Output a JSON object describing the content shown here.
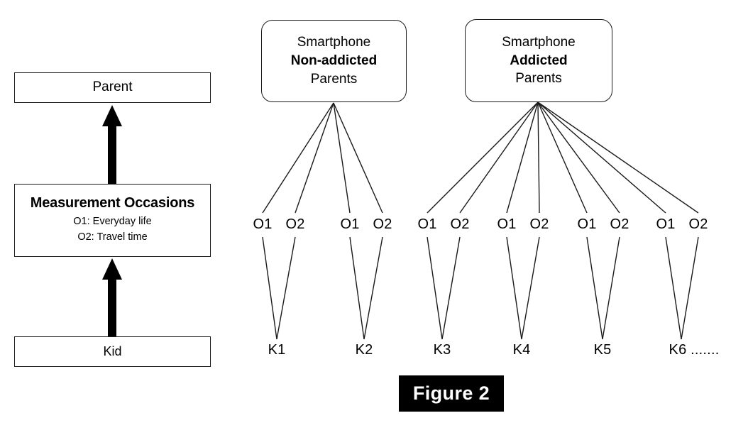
{
  "figure": {
    "caption": "Figure 2"
  },
  "left_panel": {
    "levels": [
      {
        "id": "parent",
        "label": "Parent"
      },
      {
        "id": "measurement-occasions",
        "label": "Measurement Occasions",
        "sublabels": [
          "O1: Everyday life",
          "O2: Travel time"
        ]
      },
      {
        "id": "kid",
        "label": "Kid"
      }
    ],
    "arrows": [
      {
        "from": "measurement-occasions",
        "to": "parent",
        "style": "thick-up-arrow"
      },
      {
        "from": "kid",
        "to": "measurement-occasions",
        "style": "thick-up-arrow"
      }
    ]
  },
  "right_panel": {
    "groups": [
      {
        "id": "non-addicted",
        "line1": "Smartphone",
        "line2": "Non-addicted",
        "line3": "Parents",
        "kids": [
          "K1",
          "K2"
        ]
      },
      {
        "id": "addicted",
        "line1": "Smartphone",
        "line2": "Addicted",
        "line3": "Parents",
        "kids": [
          "K3",
          "K4",
          "K5",
          "K6 ......."
        ]
      }
    ],
    "occasions": [
      {
        "kid": "K1",
        "labels": [
          "O1",
          "O2"
        ]
      },
      {
        "kid": "K2",
        "labels": [
          "O1",
          "O2"
        ]
      },
      {
        "kid": "K3",
        "labels": [
          "O1",
          "O2"
        ]
      },
      {
        "kid": "K4",
        "labels": [
          "O1",
          "O2"
        ]
      },
      {
        "kid": "K5",
        "labels": [
          "O1",
          "O2"
        ]
      },
      {
        "kid": "K6",
        "labels": [
          "O1",
          "O2"
        ]
      }
    ],
    "occasion_labels_flat": [
      "O1",
      "O2",
      "O1",
      "O2",
      "O1",
      "O2",
      "O1",
      "O2",
      "O1",
      "O2",
      "O1",
      "O2"
    ],
    "kid_labels_flat": [
      "K1",
      "K2",
      "K3",
      "K4",
      "K5",
      "K6 ......."
    ]
  },
  "colors": {
    "stroke": "#1a1a1a",
    "background": "#ffffff",
    "caption_background": "#000000",
    "caption_text": "#ffffff"
  }
}
